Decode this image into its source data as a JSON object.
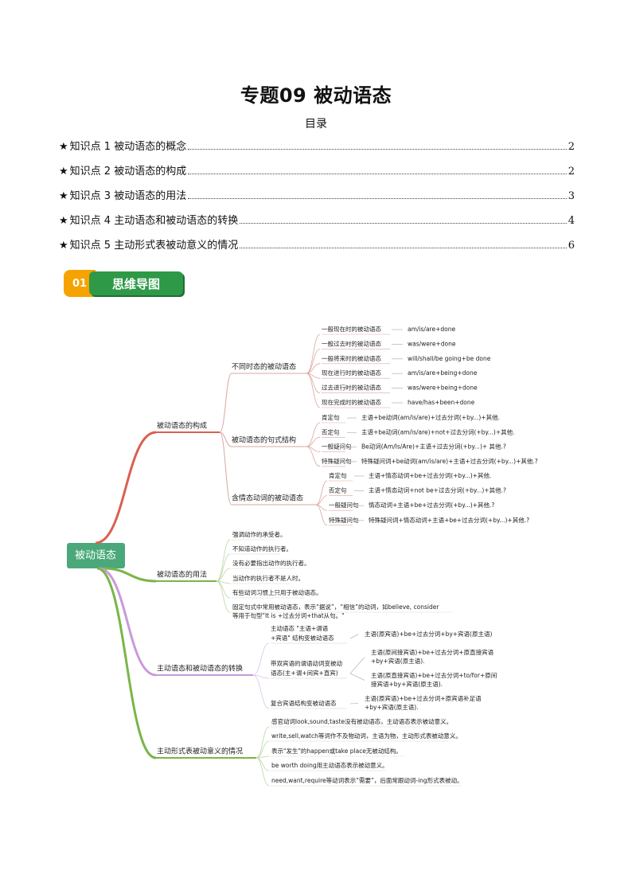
{
  "title": "专题09  被动语态",
  "toc_heading": "目录",
  "toc": [
    {
      "star": "★",
      "label": "知识点 1  被动语态的概念",
      "page": "2"
    },
    {
      "star": "★",
      "label": "知识点 2  被动语态的构成",
      "page": "2"
    },
    {
      "star": "★",
      "label": "知识点 3  被动语态的用法",
      "page": "3"
    },
    {
      "star": "★",
      "label": "知识点 4  主动语态和被动语态的转换",
      "page": "4"
    },
    {
      "star": "★",
      "label": "知识点 5  主动形式表被动意义的情况",
      "page": "6"
    }
  ],
  "section": {
    "number": "01",
    "label": "思维导图"
  },
  "mindmap": {
    "root": "被动语态",
    "colors": {
      "red": "#d9604f",
      "green": "#7ab648",
      "purple": "#c99ad8",
      "root_bg": "#4aa87a"
    },
    "branches": [
      {
        "label": "被动语态的构成",
        "children": [
          {
            "label": "不同时态的被动语态",
            "rows": [
              {
                "k": "一般现在时的被动语态",
                "v": "am/is/are+done"
              },
              {
                "k": "一般过去时的被动语态",
                "v": "was/were+done"
              },
              {
                "k": "一般将来时的被动语态",
                "v": "will/shall/be going+be done"
              },
              {
                "k": "现在进行时的被动语态",
                "v": "am/is/are+being+done"
              },
              {
                "k": "过去进行时的被动语态",
                "v": "was/were+being+done"
              },
              {
                "k": "现在完成时的被动语态",
                "v": "have/has+been+done"
              }
            ]
          },
          {
            "label": "被动语态的句式结构",
            "rows": [
              {
                "k": "肯定句",
                "v": "主语+be动词(am/is/are)+过去分词(+by...)+其他."
              },
              {
                "k": "否定句",
                "v": "主语+be动词(am/is/are)+not+过去分词(+by...)+其他."
              },
              {
                "k": "一般疑问句",
                "v": "Be动词(Am/Is/Are)+主语+过去分词(+by...)+ 其他.?"
              },
              {
                "k": "特殊疑问句",
                "v": "特殊疑问词+be动词(am/is/are)+主语+过去分词(+by...)+其他.?"
              }
            ]
          },
          {
            "label": "含情态动词的被动语态",
            "rows": [
              {
                "k": "肯定句",
                "v": "主语+情态动词+be+过去分词(+by...)+其他."
              },
              {
                "k": "否定句",
                "v": "主语+情态动词+not be+过去分词(+by...)+其他.?"
              },
              {
                "k": "一般疑问句",
                "v": "情态动词+主语+be+过去分词(+by...)+其他.?"
              },
              {
                "k": "特殊疑问句",
                "v": "特殊疑问词+情态动词+主语+be+过去分词(+by...)+其他.?"
              }
            ]
          }
        ]
      },
      {
        "label": "被动语态的用法",
        "items": [
          "强调动作的承受者。",
          "不知道动作的执行者。",
          "没有必要指出动作的执行者。",
          "当动作的执行者不是人时。",
          "有些动词习惯上只用于被动语态。",
          "固定句式中常用被动语态，表示“据说”，“相信”的动词，如believe, consider",
          "等用于句型\"It is  +过去分词+that从句。\""
        ]
      },
      {
        "label": "主动语态和被动语态的转换",
        "children": [
          {
            "label": [
              "主动语态 \"主语+谓语",
              "+宾语\" 结构变被动语态"
            ],
            "rows": [
              [
                "主语(原宾语)+be+过去分词+by+宾语(原主语)"
              ]
            ]
          },
          {
            "label": [
              "带双宾语的谓语动词变被动",
              "语态(主+谓+间宾+直宾)"
            ],
            "rows": [
              [
                "主语(原间接宾语)+be+过去分词+原直接宾语",
                "+by+宾语(原主语)."
              ],
              [
                "主语(原直接宾语)+be+过去分词+to/for+原间",
                "接宾语+by+宾语(原主语)."
              ]
            ]
          },
          {
            "label": [
              "复合宾语结构变被动语态"
            ],
            "rows": [
              [
                "主语(原宾语)+be+过去分词+原宾语补足语",
                "+by+宾语(原主语)."
              ]
            ]
          }
        ]
      },
      {
        "label": "主动形式表被动意义的情况",
        "items": [
          "感官动词look,sound,taste没有被动语态，主动语态表示被动意义。",
          "write,sell,watch等词作不及物动词，主语为物，主动形式表被动意义。",
          "表示\"发生\"的happen或take place无被动结构。",
          "be worth doing用主动语态表示被动意义。",
          "need,want,require等动词表示“需要”，后面常跟动词-ing形式表被动。"
        ]
      }
    ]
  }
}
